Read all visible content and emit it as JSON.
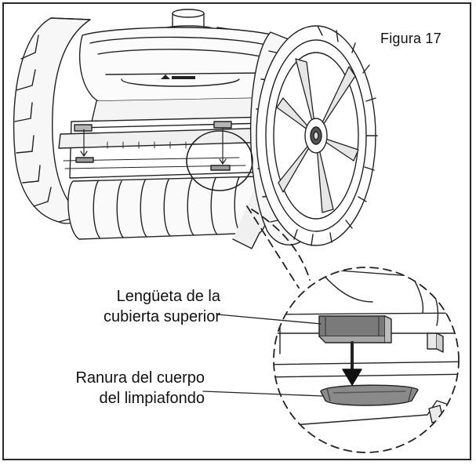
{
  "figure": {
    "label": "Figura 17"
  },
  "callouts": [
    {
      "line1": "Lengüeta de la",
      "line2": "cubierta superior"
    },
    {
      "line1": "Ranura del cuerpo",
      "line2": "del limpiafondo"
    }
  ],
  "colors": {
    "line": "#222222",
    "light_fill": "#f2f2f2",
    "mid_fill": "#c8c8c8",
    "dark_fill": "#6e6e6e"
  },
  "icons": {
    "arrow": "down-arrow-icon",
    "brand": "brand-logo-icon"
  }
}
